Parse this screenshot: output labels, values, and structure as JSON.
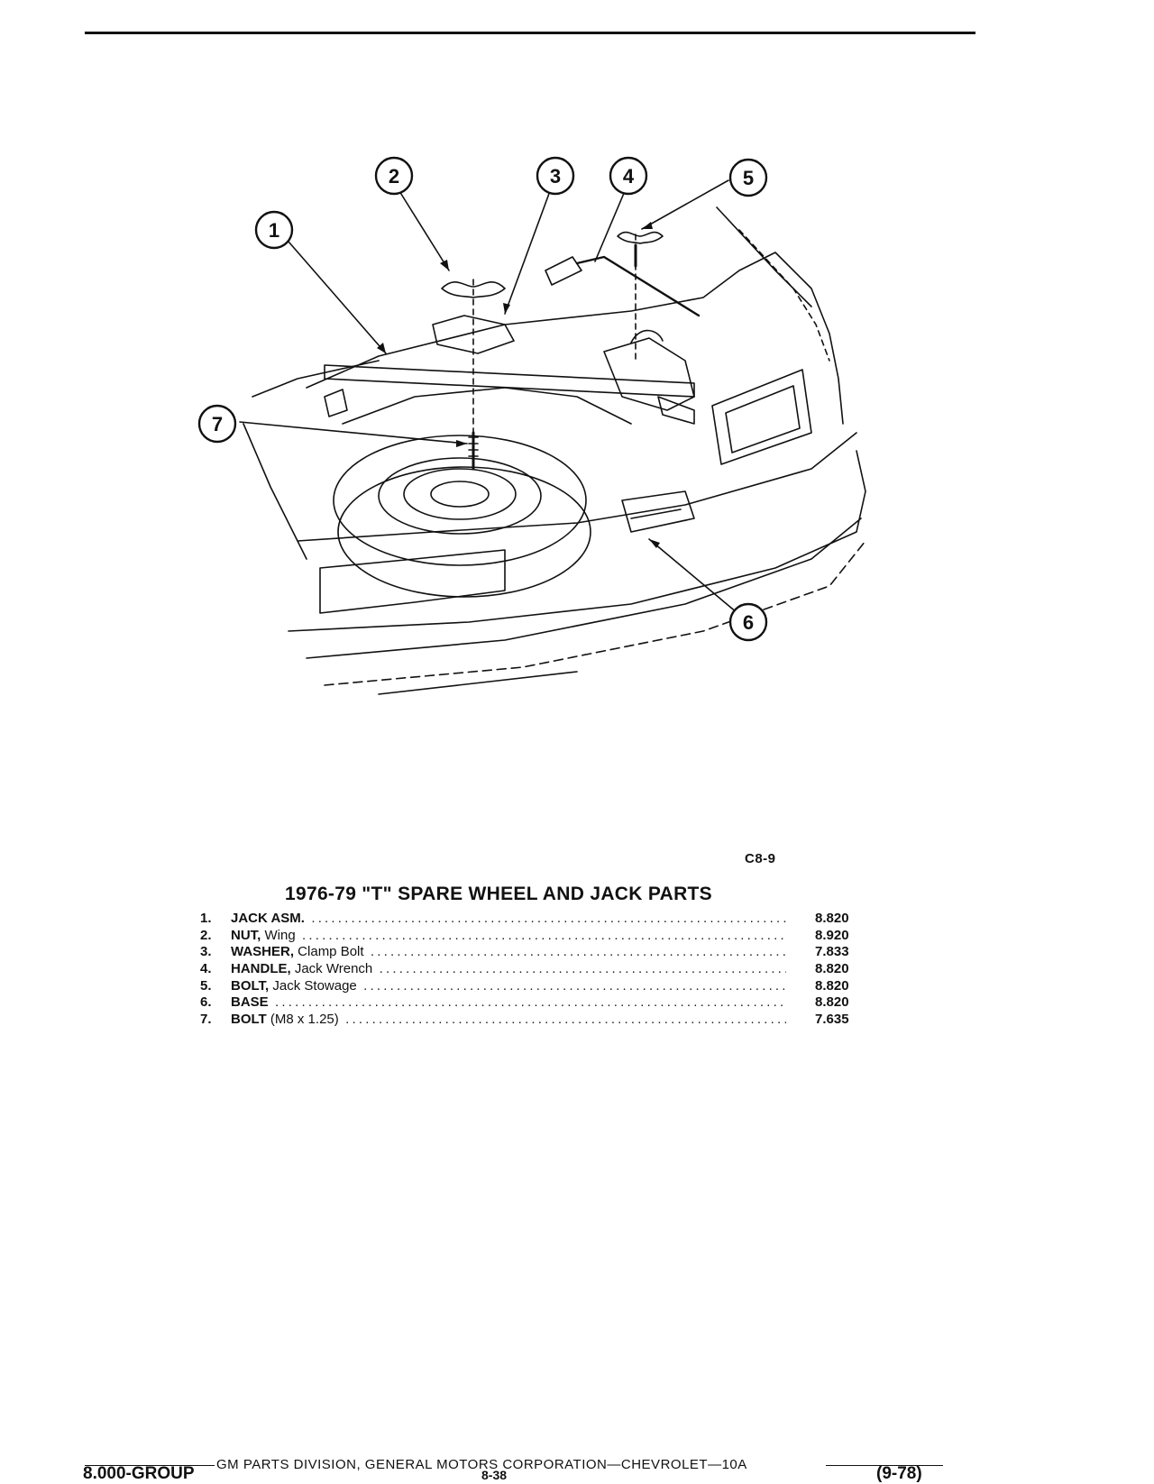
{
  "illustration": {
    "figure_id": "C8-9",
    "callouts": [
      "1",
      "2",
      "3",
      "4",
      "5",
      "6",
      "7"
    ]
  },
  "parts_table": {
    "title": "1976-79 \"T\" SPARE WHEEL AND JACK PARTS",
    "items": [
      {
        "num": "1.",
        "name": "JACK ASM.",
        "desc": "",
        "code": "8.820"
      },
      {
        "num": "2.",
        "name": "NUT,",
        "desc": " Wing",
        "code": "8.920"
      },
      {
        "num": "3.",
        "name": "WASHER,",
        "desc": " Clamp Bolt",
        "code": "7.833"
      },
      {
        "num": "4.",
        "name": "HANDLE,",
        "desc": " Jack Wrench",
        "code": "8.820"
      },
      {
        "num": "5.",
        "name": "BOLT,",
        "desc": " Jack Stowage",
        "code": "8.820"
      },
      {
        "num": "6.",
        "name": "BASE",
        "desc": "",
        "code": "8.820"
      },
      {
        "num": "7.",
        "name": "BOLT",
        "desc": " (M8 x 1.25)",
        "code": "7.635"
      }
    ]
  },
  "footer": {
    "division": "GM PARTS DIVISION, GENERAL MOTORS CORPORATION—CHEVROLET—10A",
    "group": "8.000-GROUP",
    "page": "8-38",
    "date": "(9-78)"
  }
}
